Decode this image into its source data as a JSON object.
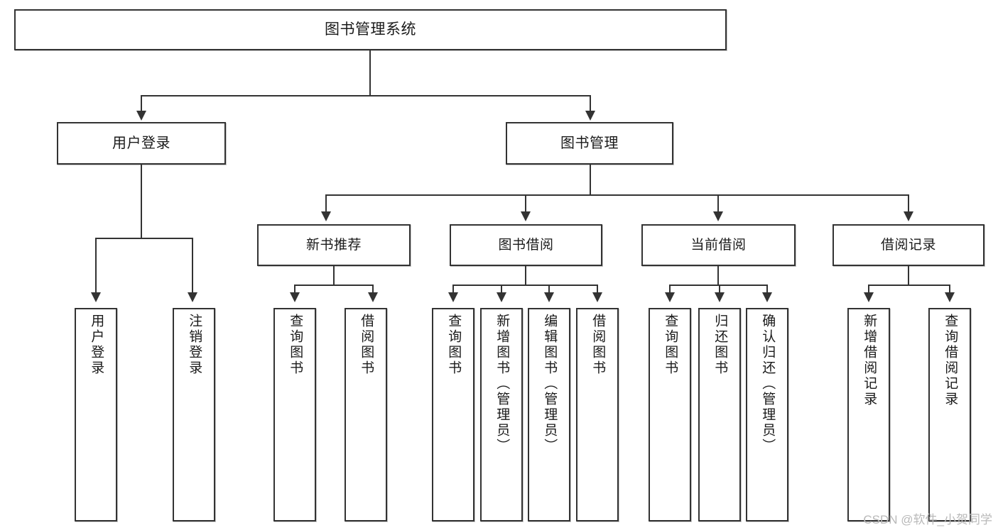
{
  "diagram": {
    "title": "图书管理系统",
    "type": "功能结构图",
    "watermark": "CSDN @软件_小贺同学",
    "root": {
      "label": "图书管理系统"
    },
    "level1": [
      {
        "label": "用户登录"
      },
      {
        "label": "图书管理"
      }
    ],
    "level2": [
      {
        "label": "新书推荐"
      },
      {
        "label": "图书借阅"
      },
      {
        "label": "当前借阅"
      },
      {
        "label": "借阅记录"
      }
    ],
    "leaves": {
      "user_login": [
        {
          "label": "用户登录"
        },
        {
          "label": "注销登录"
        }
      ],
      "new_book": [
        {
          "label": "查询图书"
        },
        {
          "label": "借阅图书"
        }
      ],
      "book_borrow": [
        {
          "label": "查询图书"
        },
        {
          "label": "新增图书（管理员）"
        },
        {
          "label": "编辑图书（管理员）"
        },
        {
          "label": "借阅图书"
        }
      ],
      "current_borrow": [
        {
          "label": "查询图书"
        },
        {
          "label": "归还图书"
        },
        {
          "label": "确认归还（管理员）"
        }
      ],
      "borrow_record": [
        {
          "label": "新增借阅记录"
        },
        {
          "label": "查询借阅记录"
        }
      ]
    },
    "colors": {
      "stroke": "#333333",
      "fill": "#ffffff",
      "text": "#1a1a1a",
      "watermark": "#b9b9b9"
    }
  }
}
